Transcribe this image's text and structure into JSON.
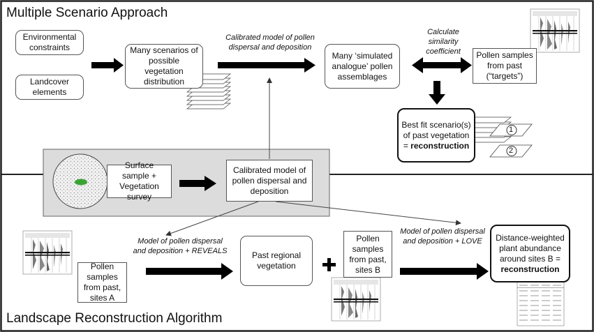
{
  "sections": {
    "top_title": "Multiple Scenario Approach",
    "bottom_title": "Landscape Reconstruction Algorithm"
  },
  "top": {
    "env_constraints": "Environmental constraints",
    "landcover": "Landcover elements",
    "scenarios": "Many scenarios of possible vegetation distribution",
    "calibrated_label": "Calibrated model of pollen dispersal and deposition",
    "simulated": "Many ‘simulated analogue’ pollen assemblages",
    "similarity_label": "Calculate similarity coefficient",
    "targets": "Pollen samples from past (“targets”)",
    "bestfit_line1": "Best fit scenario(s) of past vegetation =",
    "bestfit_bold": "reconstruction",
    "marker_1": "1",
    "marker_2": "2"
  },
  "middle": {
    "surface_sample": "Surface sample + Vegetation survey",
    "calibrated_model": "Calibrated model of pollen dispersal and deposition"
  },
  "bottom": {
    "pollen_sites_a": "Pollen samples from past, sites A",
    "reveals_label": "Model of pollen dispersal and deposition + REVEALS",
    "past_regional": "Past regional vegetation",
    "plus": "+",
    "pollen_sites_b": "Pollen samples from past, sites B",
    "love_label": "Model of pollen dispersal and deposition + LOVE",
    "distance_line1": "Distance-weighted plant abundance around sites B =",
    "distance_bold": "reconstruction"
  },
  "colors": {
    "panel_gray": "#dcdcdc",
    "arrow": "#000000",
    "circle_fill": "#f2f2f2",
    "green_patch": "#3aa335"
  }
}
